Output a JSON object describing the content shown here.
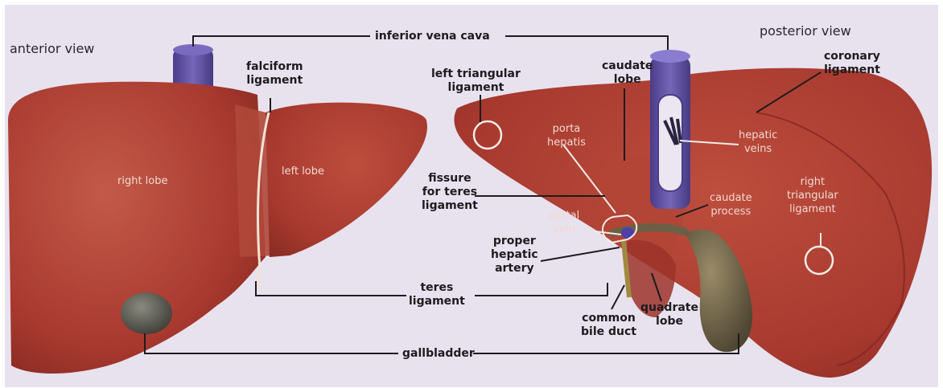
{
  "labels": {
    "anterior_view": "anterior view",
    "posterior_view": "posterior view",
    "inferior_vena_cava": "inferior vena cava",
    "falciform_ligament": "falciform\nligament",
    "right_lobe": "right lobe",
    "left_lobe": "left lobe",
    "left_triangular_ligament": "left triangular\nligament",
    "caudate_lobe": "caudate\nlobe",
    "coronary_ligament": "coronary\nligament",
    "porta_hepatis": "porta\nhepatis",
    "hepatic_veins": "hepatic\nveins",
    "fissure_for_teres_ligament": "fissure\nfor teres\nligament",
    "portal_vein": "portal\nvein",
    "caudate_process": "caudate\nprocess",
    "right_triangular_ligament": "right\ntriangular\nligament",
    "proper_hepatic_artery": "proper\nhepatic\nartery",
    "teres_ligament": "teres\nligament",
    "common_bile_duct": "common\nbile duct",
    "quadrate_lobe": "quadrate\nlobe",
    "gallbladder": "gallbladder"
  },
  "colors": {
    "background": "#e8e2ee",
    "liver": "#a8392f",
    "liver_light": "#c25543",
    "liver_dark": "#8a2a22",
    "vena_cava": "#5a4a9a",
    "gallbladder": "#6b6046",
    "leader_line": "#1e1b1f"
  }
}
